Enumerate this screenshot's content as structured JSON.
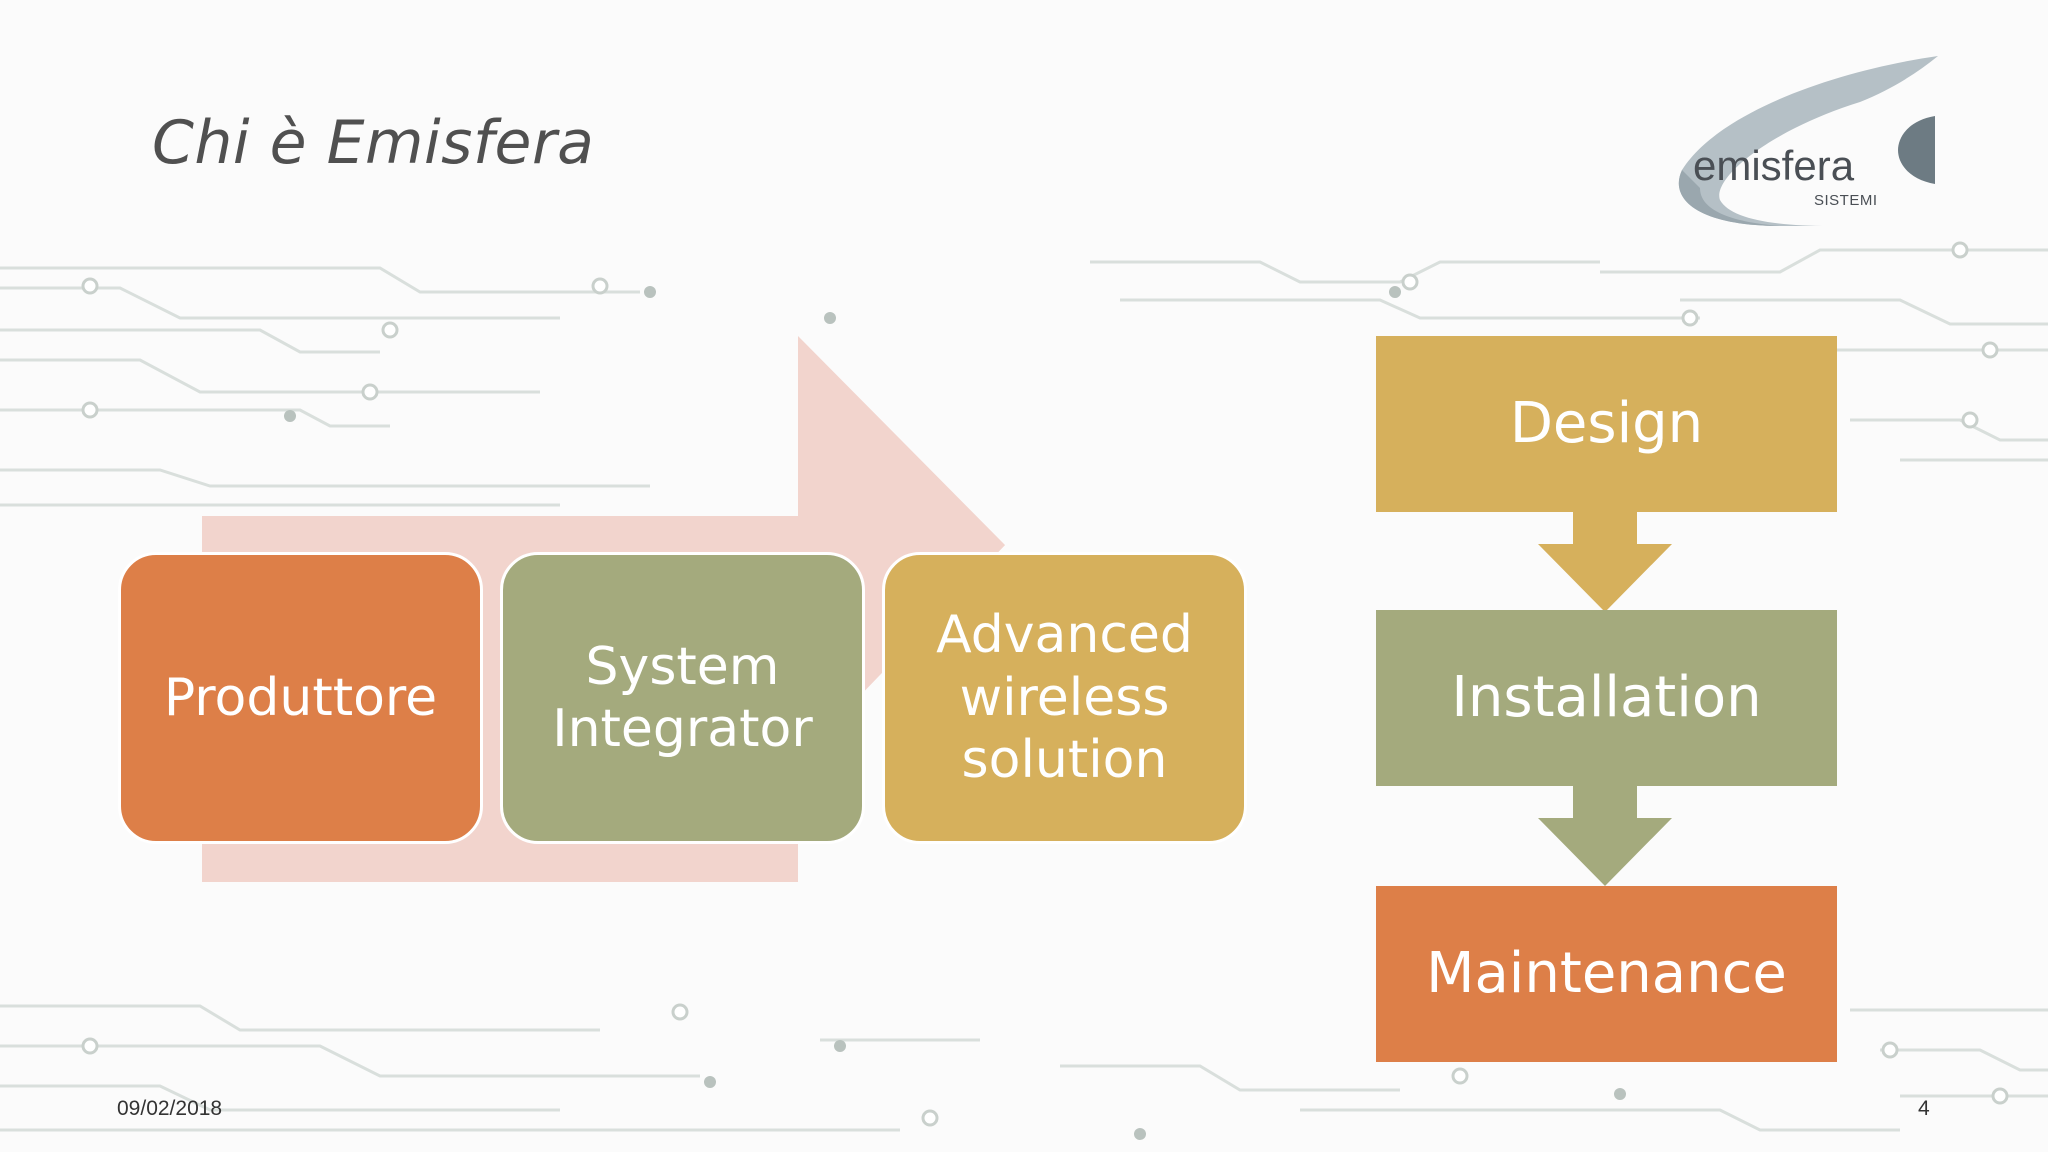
{
  "slide": {
    "title": "Chi è Emisfera",
    "date": "09/02/2018",
    "page_number": "4"
  },
  "logo": {
    "name": "emisfera",
    "subtitle": "SISTEMI"
  },
  "process": {
    "steps": [
      {
        "label": "Produttore",
        "color": "#dd7f48"
      },
      {
        "label": "System Integrator",
        "color": "#a4aa7d"
      },
      {
        "label": "Advanced wireless solution",
        "color": "#d6b05c"
      }
    ],
    "arrow_color": "#f2d4cd"
  },
  "lifecycle": {
    "steps": [
      {
        "label": "Design",
        "color": "#d6b05c"
      },
      {
        "label": "Installation",
        "color": "#a4aa7d"
      },
      {
        "label": "Maintenance",
        "color": "#dd7f48"
      }
    ]
  }
}
